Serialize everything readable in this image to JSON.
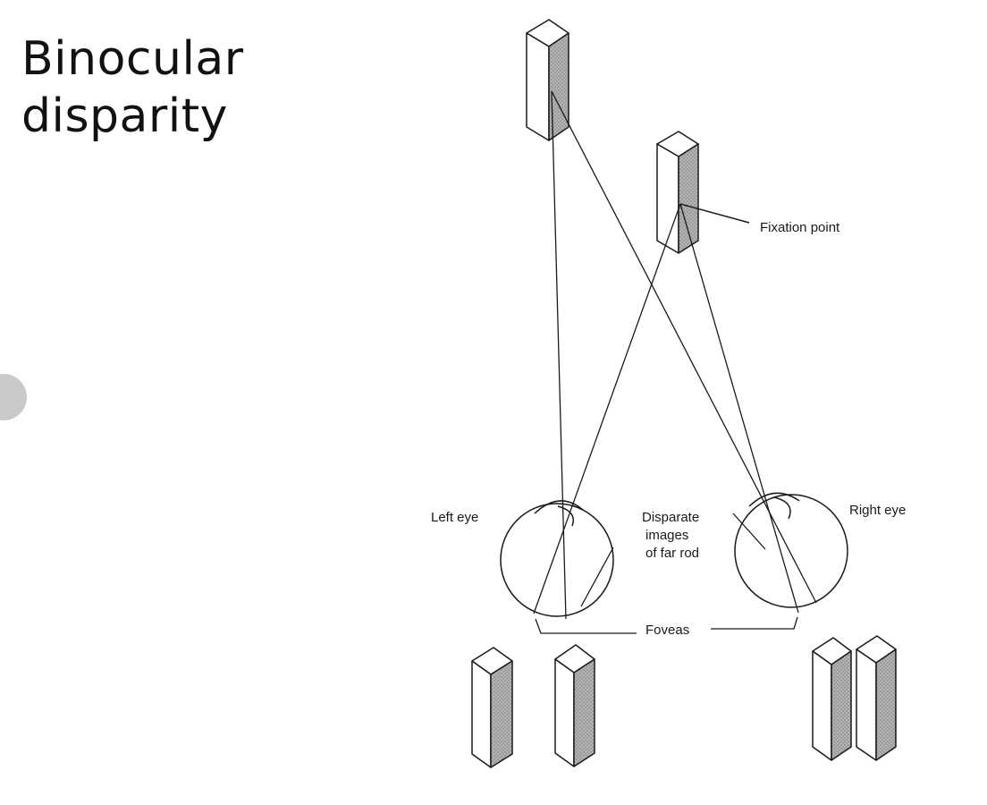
{
  "slide": {
    "title": "Binocular\ndisparity"
  },
  "diagram": {
    "labels": {
      "fixation_point": "Fixation point",
      "left_eye": "Left eye",
      "right_eye": "Right eye",
      "disparate_1": "Disparate",
      "disparate_2": "images",
      "disparate_3": "of far rod",
      "foveas": "Foveas"
    },
    "colors": {
      "ink": "#1a1a1a",
      "rod_face": "#ffffff",
      "rod_shade": "#a8a8a8"
    }
  }
}
